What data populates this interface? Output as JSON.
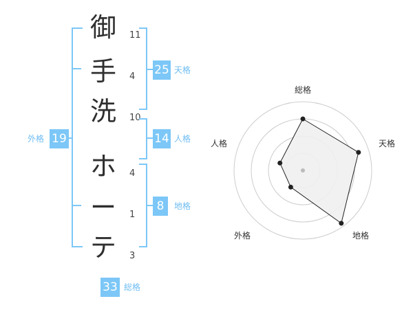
{
  "name": {
    "chars": [
      {
        "char": "御",
        "strokes": "11"
      },
      {
        "char": "手",
        "strokes": "4"
      },
      {
        "char": "洗",
        "strokes": "10"
      },
      {
        "char": "ホ",
        "strokes": "4"
      },
      {
        "char": "ー",
        "strokes": "1"
      },
      {
        "char": "テ",
        "strokes": "3"
      }
    ]
  },
  "fortune": {
    "tenkaku": {
      "value": "25",
      "label": "天格"
    },
    "jinkaku": {
      "value": "14",
      "label": "人格"
    },
    "chikaku": {
      "value": "8",
      "label": "地格"
    },
    "gaikaku": {
      "value": "19",
      "label": "外格"
    },
    "soukaku": {
      "value": "33",
      "label": "総格"
    }
  },
  "chart_data": {
    "type": "radar",
    "axes": [
      "総格",
      "天格",
      "地格",
      "外格",
      "人格"
    ],
    "values": [
      0.75,
      0.85,
      0.95,
      0.3,
      0.35
    ],
    "range": [
      0,
      1
    ],
    "rings": 4,
    "colors": {
      "fill": "#efefef",
      "stroke": "#222222",
      "grid": "#cccccc",
      "center": "#bbbbbb",
      "accent": "#7cc7f7"
    }
  }
}
